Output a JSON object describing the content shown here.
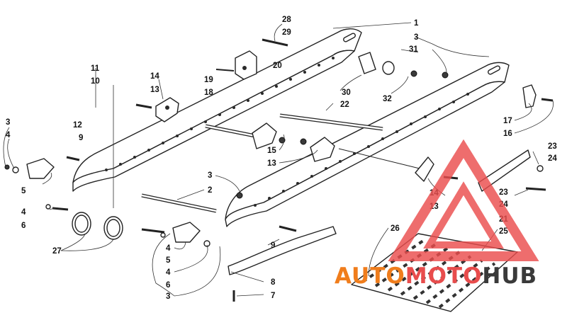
{
  "callouts": [
    "1",
    "3",
    "28",
    "29",
    "31",
    "20",
    "19",
    "18",
    "11",
    "10",
    "14",
    "13",
    "12",
    "9",
    "3",
    "4",
    "30",
    "22",
    "32",
    "17",
    "16",
    "15",
    "13",
    "23",
    "24",
    "5",
    "4",
    "6",
    "3",
    "2",
    "14",
    "13",
    "23",
    "24",
    "21",
    "27",
    "4",
    "5",
    "4",
    "6",
    "3",
    "9",
    "26",
    "25",
    "8",
    "7"
  ],
  "watermark": {
    "part1": "AUTO",
    "part2": "MOTO",
    "part3": "HUB",
    "color_primary": "#f07d1c",
    "color_secondary": "#e84c4c",
    "color_dark": "#3a3a3a"
  }
}
